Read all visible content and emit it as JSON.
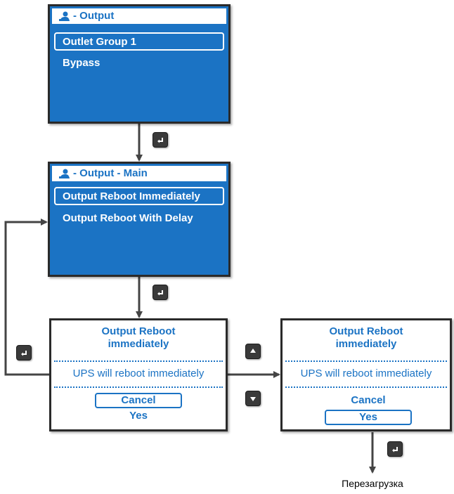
{
  "screens": {
    "output": {
      "title": "- Output",
      "items": [
        "Outlet Group 1",
        "Bypass"
      ]
    },
    "output_main": {
      "title": "- Output - Main",
      "items": [
        "Output Reboot Immediately",
        "Output Reboot With Delay"
      ]
    }
  },
  "dialogs": {
    "left": {
      "title_line1": "Output Reboot",
      "title_line2": "immediately",
      "message": "UPS will reboot immediately",
      "options": [
        "Cancel",
        "Yes"
      ],
      "selected": "Cancel"
    },
    "right": {
      "title_line1": "Output Reboot",
      "title_line2": "immediately",
      "message": "UPS will reboot immediately",
      "options": [
        "Cancel",
        "Yes"
      ],
      "selected": "Yes"
    }
  },
  "buttons": {
    "enter_icon": "enter-icon",
    "up_icon": "up-arrow-icon",
    "down_icon": "down-arrow-icon"
  },
  "caption": "Перезагрузка",
  "colors": {
    "screen_blue": "#1b73c4",
    "frame": "#2a2a2a",
    "button": "#3a3a3a",
    "arrow": "#444444"
  }
}
